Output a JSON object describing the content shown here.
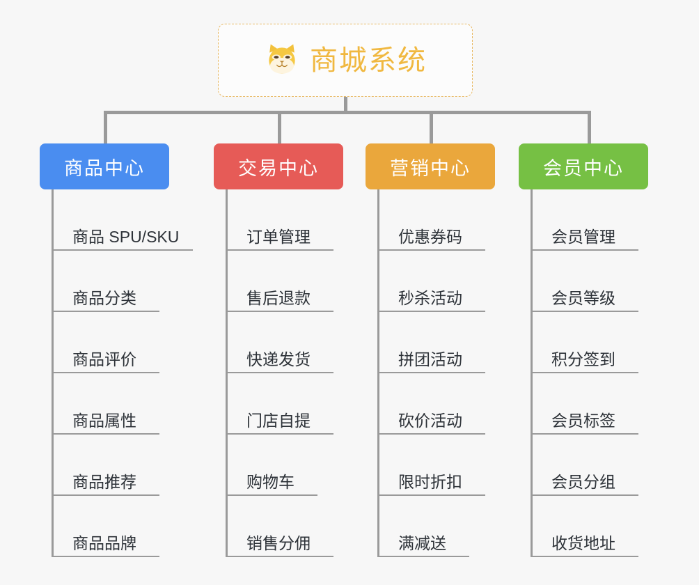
{
  "root": {
    "title": "商城系统",
    "icon": "shiba-dog-emoji",
    "border_color": "#e8b964",
    "text_color": "#f0b840",
    "background": "#fcfcfc"
  },
  "canvas": {
    "background": "#f7f7f7",
    "line_color": "#9a9a9a"
  },
  "categories": [
    {
      "label": "商品中心",
      "color": "#4a8df0",
      "items": [
        {
          "label": "商品 SPU/SKU"
        },
        {
          "label": "商品分类"
        },
        {
          "label": "商品评价"
        },
        {
          "label": "商品属性"
        },
        {
          "label": "商品推荐"
        },
        {
          "label": "商品品牌"
        }
      ]
    },
    {
      "label": "交易中心",
      "color": "#e65b57",
      "items": [
        {
          "label": "订单管理"
        },
        {
          "label": "售后退款"
        },
        {
          "label": "快递发货"
        },
        {
          "label": "门店自提"
        },
        {
          "label": "购物车"
        },
        {
          "label": "销售分佣"
        }
      ]
    },
    {
      "label": "营销中心",
      "color": "#eaa73c",
      "items": [
        {
          "label": "优惠券码"
        },
        {
          "label": "秒杀活动"
        },
        {
          "label": "拼团活动"
        },
        {
          "label": "砍价活动"
        },
        {
          "label": "限时折扣"
        },
        {
          "label": "满减送"
        }
      ]
    },
    {
      "label": "会员中心",
      "color": "#76c044",
      "items": [
        {
          "label": "会员管理"
        },
        {
          "label": "会员等级"
        },
        {
          "label": "积分签到"
        },
        {
          "label": "会员标签"
        },
        {
          "label": "会员分组"
        },
        {
          "label": "收货地址"
        }
      ]
    }
  ]
}
